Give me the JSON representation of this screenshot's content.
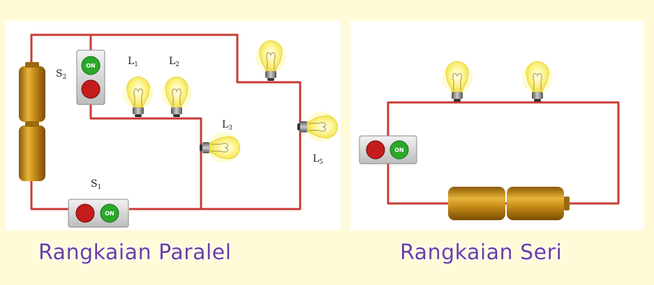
{
  "colors": {
    "page_background": "#fffbd9",
    "wire": "#c93a34",
    "battery": "#c58a18",
    "bulb_glow": "#fff27a",
    "caption": "#6a3fa0",
    "switch_on": "#2aa82a",
    "switch_off": "#c41c1c"
  },
  "parallel": {
    "caption": "Rangkaian Paralel",
    "labels": {
      "s1": {
        "base": "S",
        "sub": "1"
      },
      "s2": {
        "base": "S",
        "sub": "2"
      },
      "l1": {
        "base": "L",
        "sub": "1"
      },
      "l2": {
        "base": "L",
        "sub": "2"
      },
      "l3": {
        "base": "L",
        "sub": "3"
      },
      "l5": {
        "base": "L",
        "sub": "5"
      }
    },
    "switch_on_text": "ON"
  },
  "series": {
    "caption": "Rangkaian Seri",
    "switch_on_text": "ON"
  },
  "icons": [
    "battery-icon",
    "light-bulb-icon",
    "switch-icon"
  ]
}
